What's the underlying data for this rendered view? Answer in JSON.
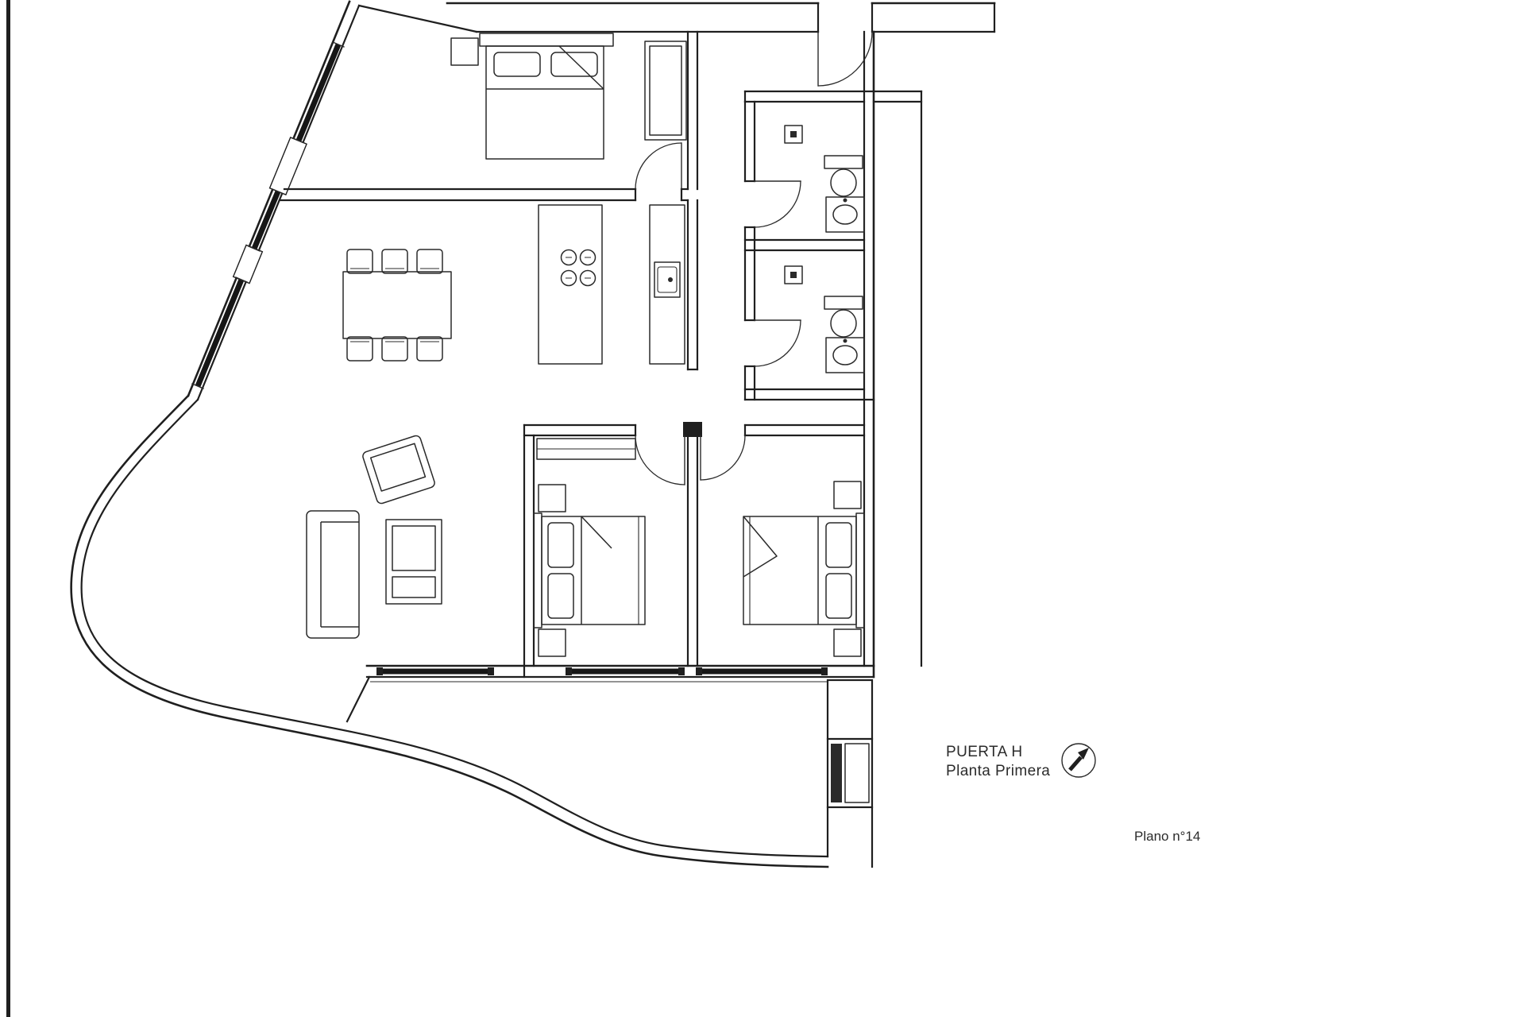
{
  "title_block": {
    "door_label": "PUERTA H",
    "floor_label": "Planta Primera"
  },
  "sheet": {
    "number_label": "Plano n°14"
  },
  "icons": {
    "north": "north-arrow-icon"
  },
  "colors": {
    "background": "#ffffff",
    "line": "#1f1f1f",
    "glazing": "#161616",
    "text": "#2b2b2b"
  }
}
